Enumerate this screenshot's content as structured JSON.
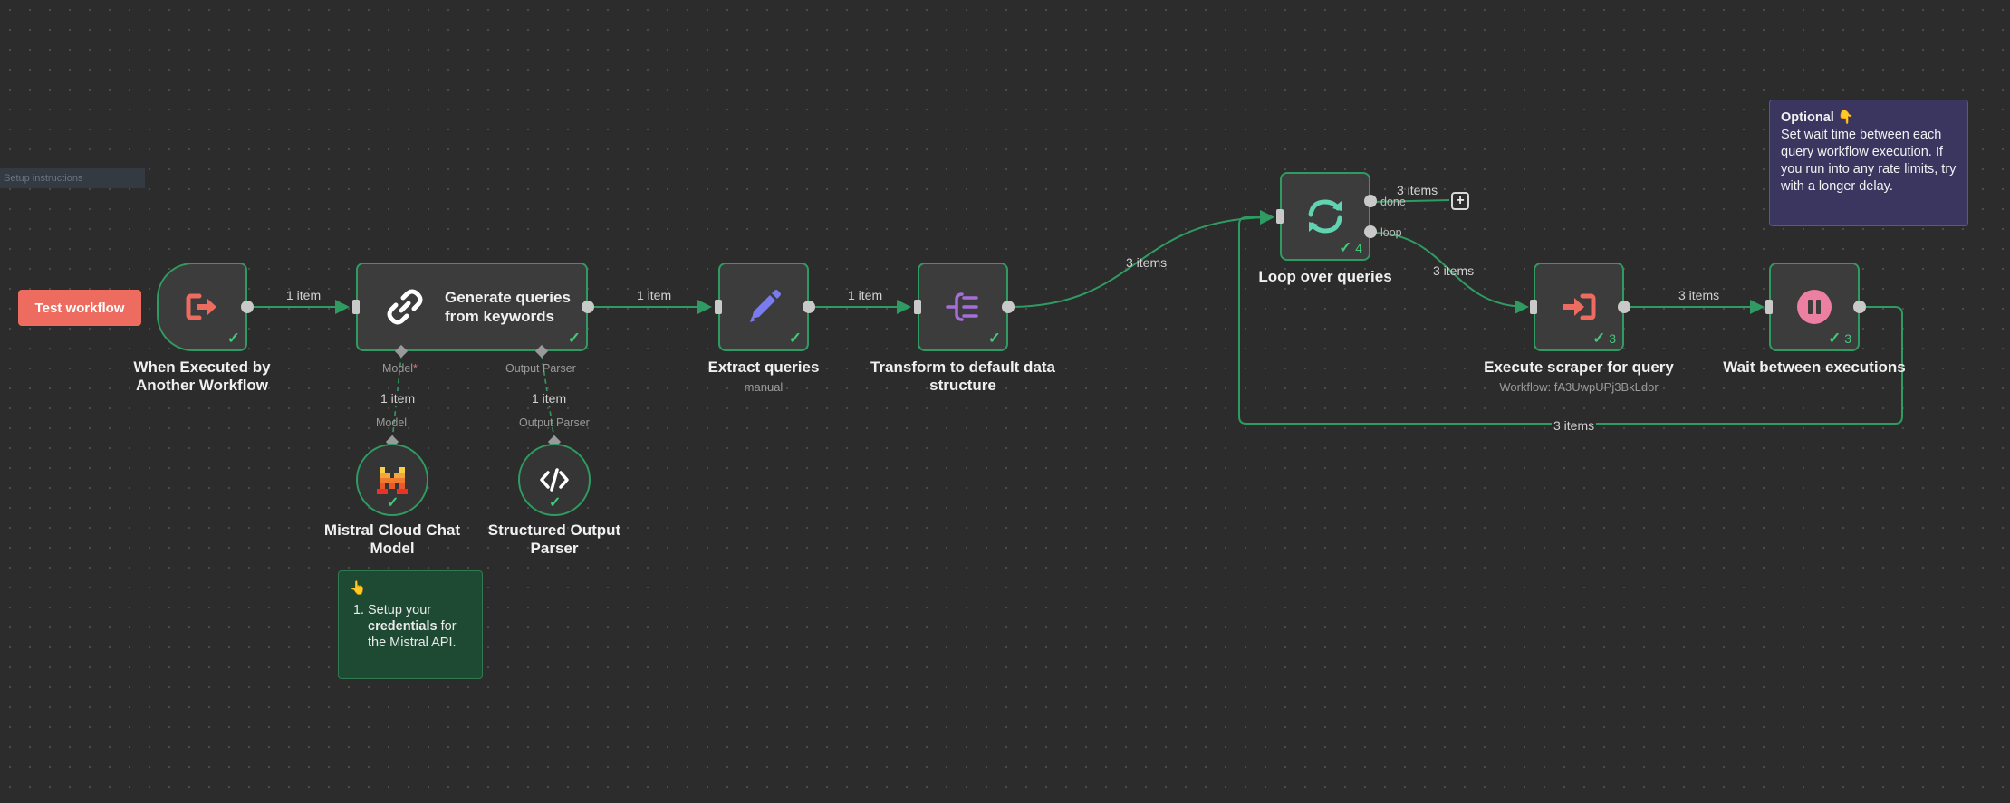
{
  "toolbar": {
    "test_button": "Test workflow"
  },
  "faint_note": "Setup instructions",
  "nodes": {
    "trigger": {
      "title": "When Executed by Another Workflow",
      "icon": "sign-out-arrow-icon"
    },
    "generate": {
      "title": "Generate queries from keywords",
      "icon": "link-icon",
      "port_model": "Model",
      "port_model_required": "*",
      "port_parser": "Output Parser"
    },
    "extract": {
      "title": "Extract queries",
      "subtitle": "manual",
      "icon": "pencil-icon"
    },
    "transform": {
      "title": "Transform to default data structure",
      "icon": "split-out-icon"
    },
    "loop": {
      "title": "Loop over queries",
      "count": "4",
      "port_done": "done",
      "port_loop": "loop",
      "icon": "loop-arrows-icon"
    },
    "execute": {
      "title": "Execute scraper for query",
      "subtitle": "Workflow: fA3UwpUPj3BkLdor",
      "count": "3",
      "icon": "sign-in-arrow-icon"
    },
    "wait": {
      "title": "Wait between executions",
      "count": "3",
      "icon": "pause-icon"
    },
    "mistral": {
      "title": "Mistral Cloud Chat Model",
      "port_label": "Model",
      "icon": "mistral-logo-icon"
    },
    "parser": {
      "title": "Structured Output Parser",
      "port_label": "Output Parser",
      "icon": "code-brackets-icon"
    }
  },
  "edges": {
    "trigger_generate": "1 item",
    "generate_extract": "1 item",
    "extract_transform": "1 item",
    "transform_loop": "3 items",
    "loop_done": "3 items",
    "loop_execute": "3 items",
    "execute_wait": "3 items",
    "wait_loop": "3 items",
    "mistral_generate": "1 item",
    "parser_generate": "1 item"
  },
  "notes": {
    "optional_title": "Optional 👇",
    "optional_body": "Set wait time between each query workflow execution. If you run into any rate limits, try with a longer delay.",
    "setup_emoji": "👆",
    "setup_prefix": "Setup your",
    "setup_bold": "credentials",
    "setup_suffix": "for the Mistral API."
  },
  "colors": {
    "edge": "#2f9b62",
    "node_border": "#2f9b62",
    "trigger_icon": "#ed6b5f",
    "extract_icon": "#7b7bf0",
    "transform_icon": "#a56ed8",
    "loop_icon": "#62d3b0",
    "wait_icon": "#ed7fa3"
  }
}
